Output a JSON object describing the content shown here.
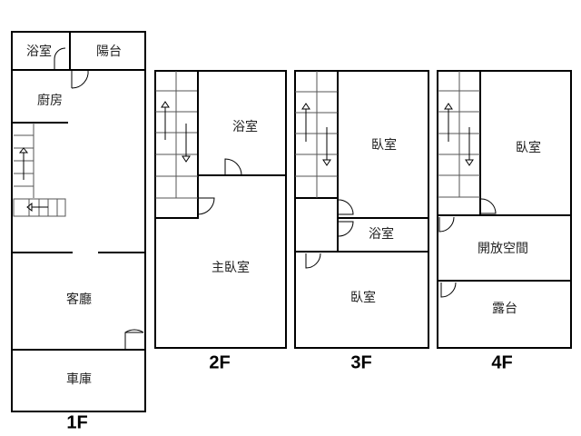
{
  "floors": [
    {
      "label": "1F",
      "rooms": [
        "浴室",
        "陽台",
        "廚房",
        "客廳",
        "車庫"
      ]
    },
    {
      "label": "2F",
      "rooms": [
        "浴室",
        "主臥室"
      ]
    },
    {
      "label": "3F",
      "rooms": [
        "臥室",
        "浴室",
        "臥室"
      ]
    },
    {
      "label": "4F",
      "rooms": [
        "臥室",
        "開放空間",
        "露台"
      ]
    }
  ]
}
